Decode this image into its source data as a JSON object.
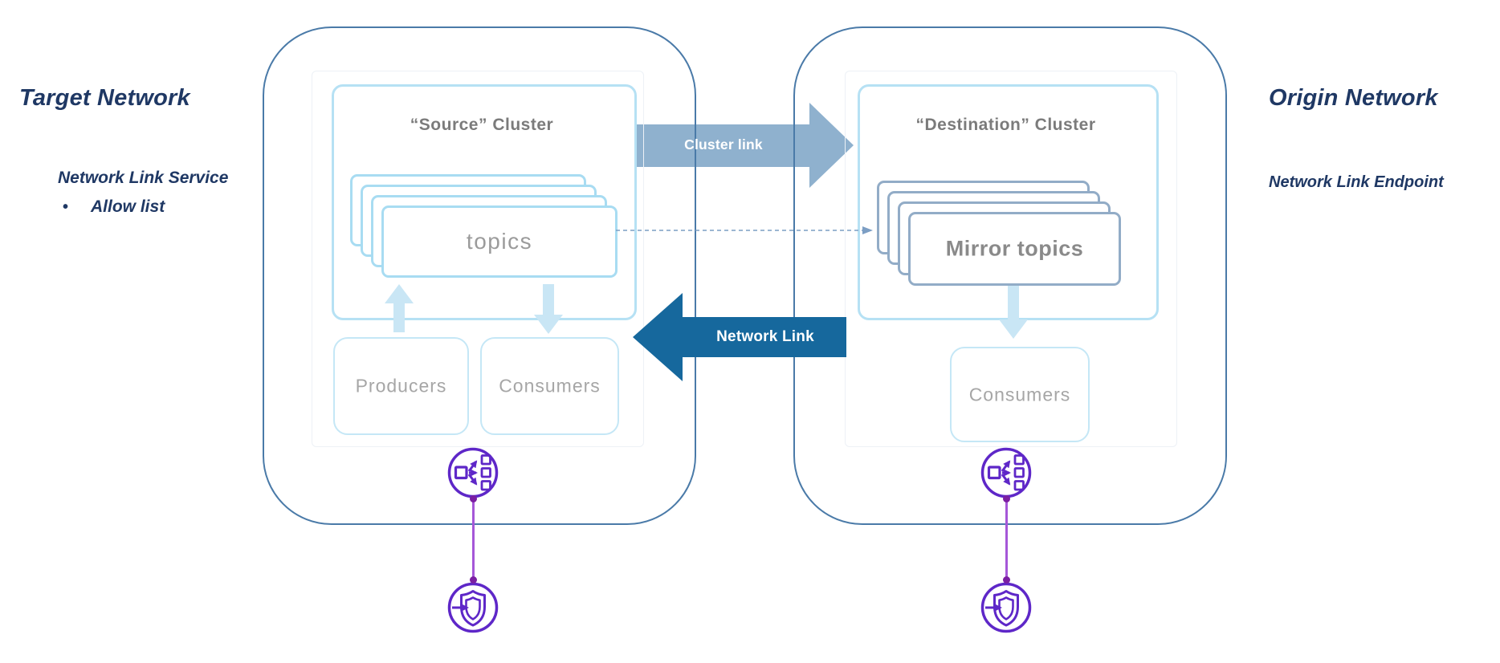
{
  "annotations": {
    "target": {
      "title": "Target Network",
      "service": "Network Link Service",
      "bullet": "•",
      "allow": "Allow list"
    },
    "origin": {
      "title": "Origin Network",
      "endpoint": "Network Link Endpoint"
    }
  },
  "source_cluster": {
    "title": "“Source” Cluster",
    "topics": "topics",
    "producers": "Producers",
    "consumers": "Consumers"
  },
  "destination_cluster": {
    "title": "“Destination” Cluster",
    "mirror_topics": "Mirror topics",
    "consumers": "Consumers"
  },
  "links": {
    "cluster_link": "Cluster link",
    "network_link": "Network Link"
  },
  "icons": {
    "fanout": "topic-fanout-icon",
    "shield": "secure-endpoint-shield-icon",
    "produce_arrow": "produce-up-arrow",
    "consume_arrow": "consume-down-arrow",
    "mirror_arrow": "mirror-dashed-arrow"
  },
  "colors": {
    "navy_text": "#1F3864",
    "container_border": "#4A7AA8",
    "cluster_box_border": "#B6E1F4",
    "topic_card_border": "#A8DCF2",
    "mirror_card_border": "#92ACC7",
    "light_arrow": "#C9E6F5",
    "cluster_link_arrow": "#8FB1CE",
    "network_link_arrow": "#16689D",
    "dashed_link": "#7C9EC4",
    "icon_purple": "#5E27C8",
    "connector_purple": "#A657D8",
    "gray_title": "#7B7B7B",
    "gray_text": "#A6A6A6"
  }
}
